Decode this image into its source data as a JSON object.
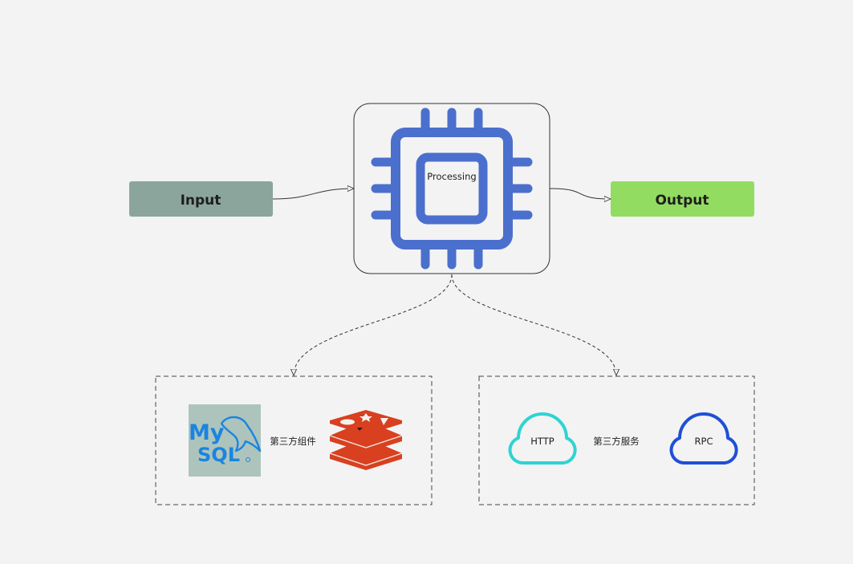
{
  "nodes": {
    "input": {
      "label": "Input",
      "color": "#8ba59c"
    },
    "output": {
      "label": "Output",
      "color": "#93dc62"
    },
    "processing": {
      "label": "Processing",
      "chip_color": "#4b6fcd"
    }
  },
  "groups": {
    "third_party_components": {
      "label": "第三方组件",
      "mysql_logo": {
        "line1": "My",
        "line2": "SQL",
        "background": "#adc4bd",
        "text_color": "#1a85e0"
      },
      "redis_logo": {
        "color": "#d8401f"
      }
    },
    "third_party_services": {
      "label": "第三方服务",
      "clouds": [
        {
          "label": "HTTP",
          "color": "#2fd3d3"
        },
        {
          "label": "RPC",
          "color": "#1f4fd6"
        }
      ]
    }
  }
}
